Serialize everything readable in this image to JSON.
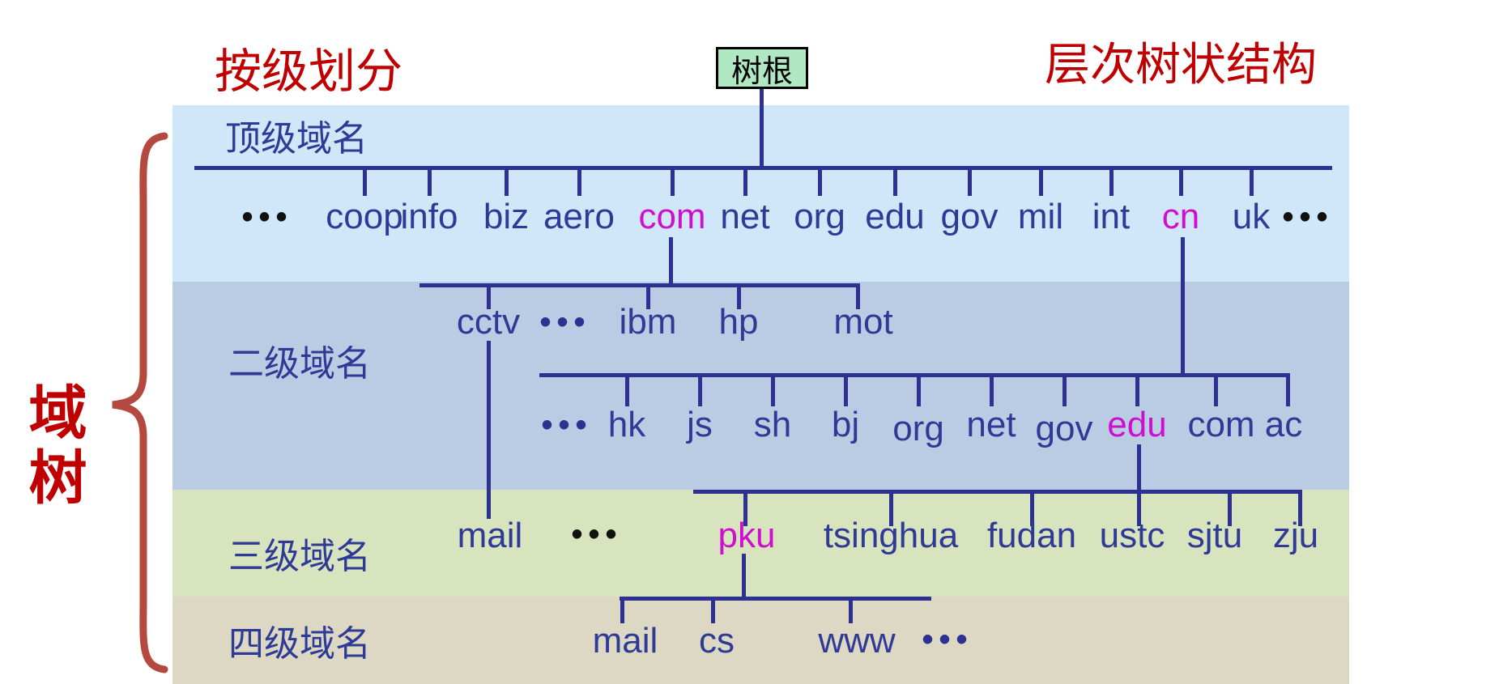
{
  "titles": {
    "left": "按级划分",
    "right": "层次树状结构",
    "root": "树根",
    "side": "域树"
  },
  "row_labels": [
    {
      "label": "顶级域名"
    },
    {
      "label": "二级域名"
    },
    {
      "label": "三级域名"
    },
    {
      "label": "四级域名"
    }
  ],
  "colors": {
    "line": "#2c3192",
    "text_blue": "#2e3a96",
    "magenta": "#cf0fcf",
    "title_red": "#c00000",
    "brace_red": "#b5493f",
    "root_box_bg": "#b0e8c4",
    "band_top_level": "#cfe7f8",
    "band_second_level": "#b9cce3",
    "band_third_level": "#d8e4bd",
    "band_fourth_level": "#dcd8c3",
    "dots_black": "#111111"
  },
  "tree": {
    "tld": {
      "dots_left": "•••",
      "dots_right": "•••",
      "nodes": [
        {
          "label": "coop",
          "accent": false
        },
        {
          "label": "info",
          "accent": false
        },
        {
          "label": "biz",
          "accent": false
        },
        {
          "label": "aero",
          "accent": false
        },
        {
          "label": "com",
          "accent": true
        },
        {
          "label": "net",
          "accent": false
        },
        {
          "label": "org",
          "accent": false
        },
        {
          "label": "edu",
          "accent": false
        },
        {
          "label": "gov",
          "accent": false
        },
        {
          "label": "mil",
          "accent": false
        },
        {
          "label": "int",
          "accent": false
        },
        {
          "label": "cn",
          "accent": true
        },
        {
          "label": "uk",
          "accent": false
        }
      ]
    },
    "com_children": {
      "dots": "•••",
      "nodes": [
        {
          "label": "cctv",
          "accent": false
        },
        {
          "label": "ibm",
          "accent": false
        },
        {
          "label": "hp",
          "accent": false
        },
        {
          "label": "mot",
          "accent": false
        }
      ]
    },
    "cn_children": {
      "dots": "•••",
      "nodes": [
        {
          "label": "hk",
          "accent": false
        },
        {
          "label": "js",
          "accent": false
        },
        {
          "label": "sh",
          "accent": false
        },
        {
          "label": "bj",
          "accent": false
        },
        {
          "label": "org",
          "accent": false
        },
        {
          "label": "net",
          "accent": false
        },
        {
          "label": "gov",
          "accent": false
        },
        {
          "label": "edu",
          "accent": true
        },
        {
          "label": "com",
          "accent": false
        },
        {
          "label": "ac",
          "accent": false
        }
      ]
    },
    "cctv_children": {
      "mail": "mail",
      "dots": "•••"
    },
    "edu_children": {
      "nodes": [
        {
          "label": "pku",
          "accent": true
        },
        {
          "label": "tsinghua",
          "accent": false
        },
        {
          "label": "fudan",
          "accent": false
        },
        {
          "label": "ustc",
          "accent": false
        },
        {
          "label": "sjtu",
          "accent": false
        },
        {
          "label": "zju",
          "accent": false
        }
      ]
    },
    "pku_children": {
      "dots": "•••",
      "nodes": [
        {
          "label": "mail",
          "accent": false
        },
        {
          "label": "cs",
          "accent": false
        },
        {
          "label": "www",
          "accent": false
        }
      ]
    }
  }
}
